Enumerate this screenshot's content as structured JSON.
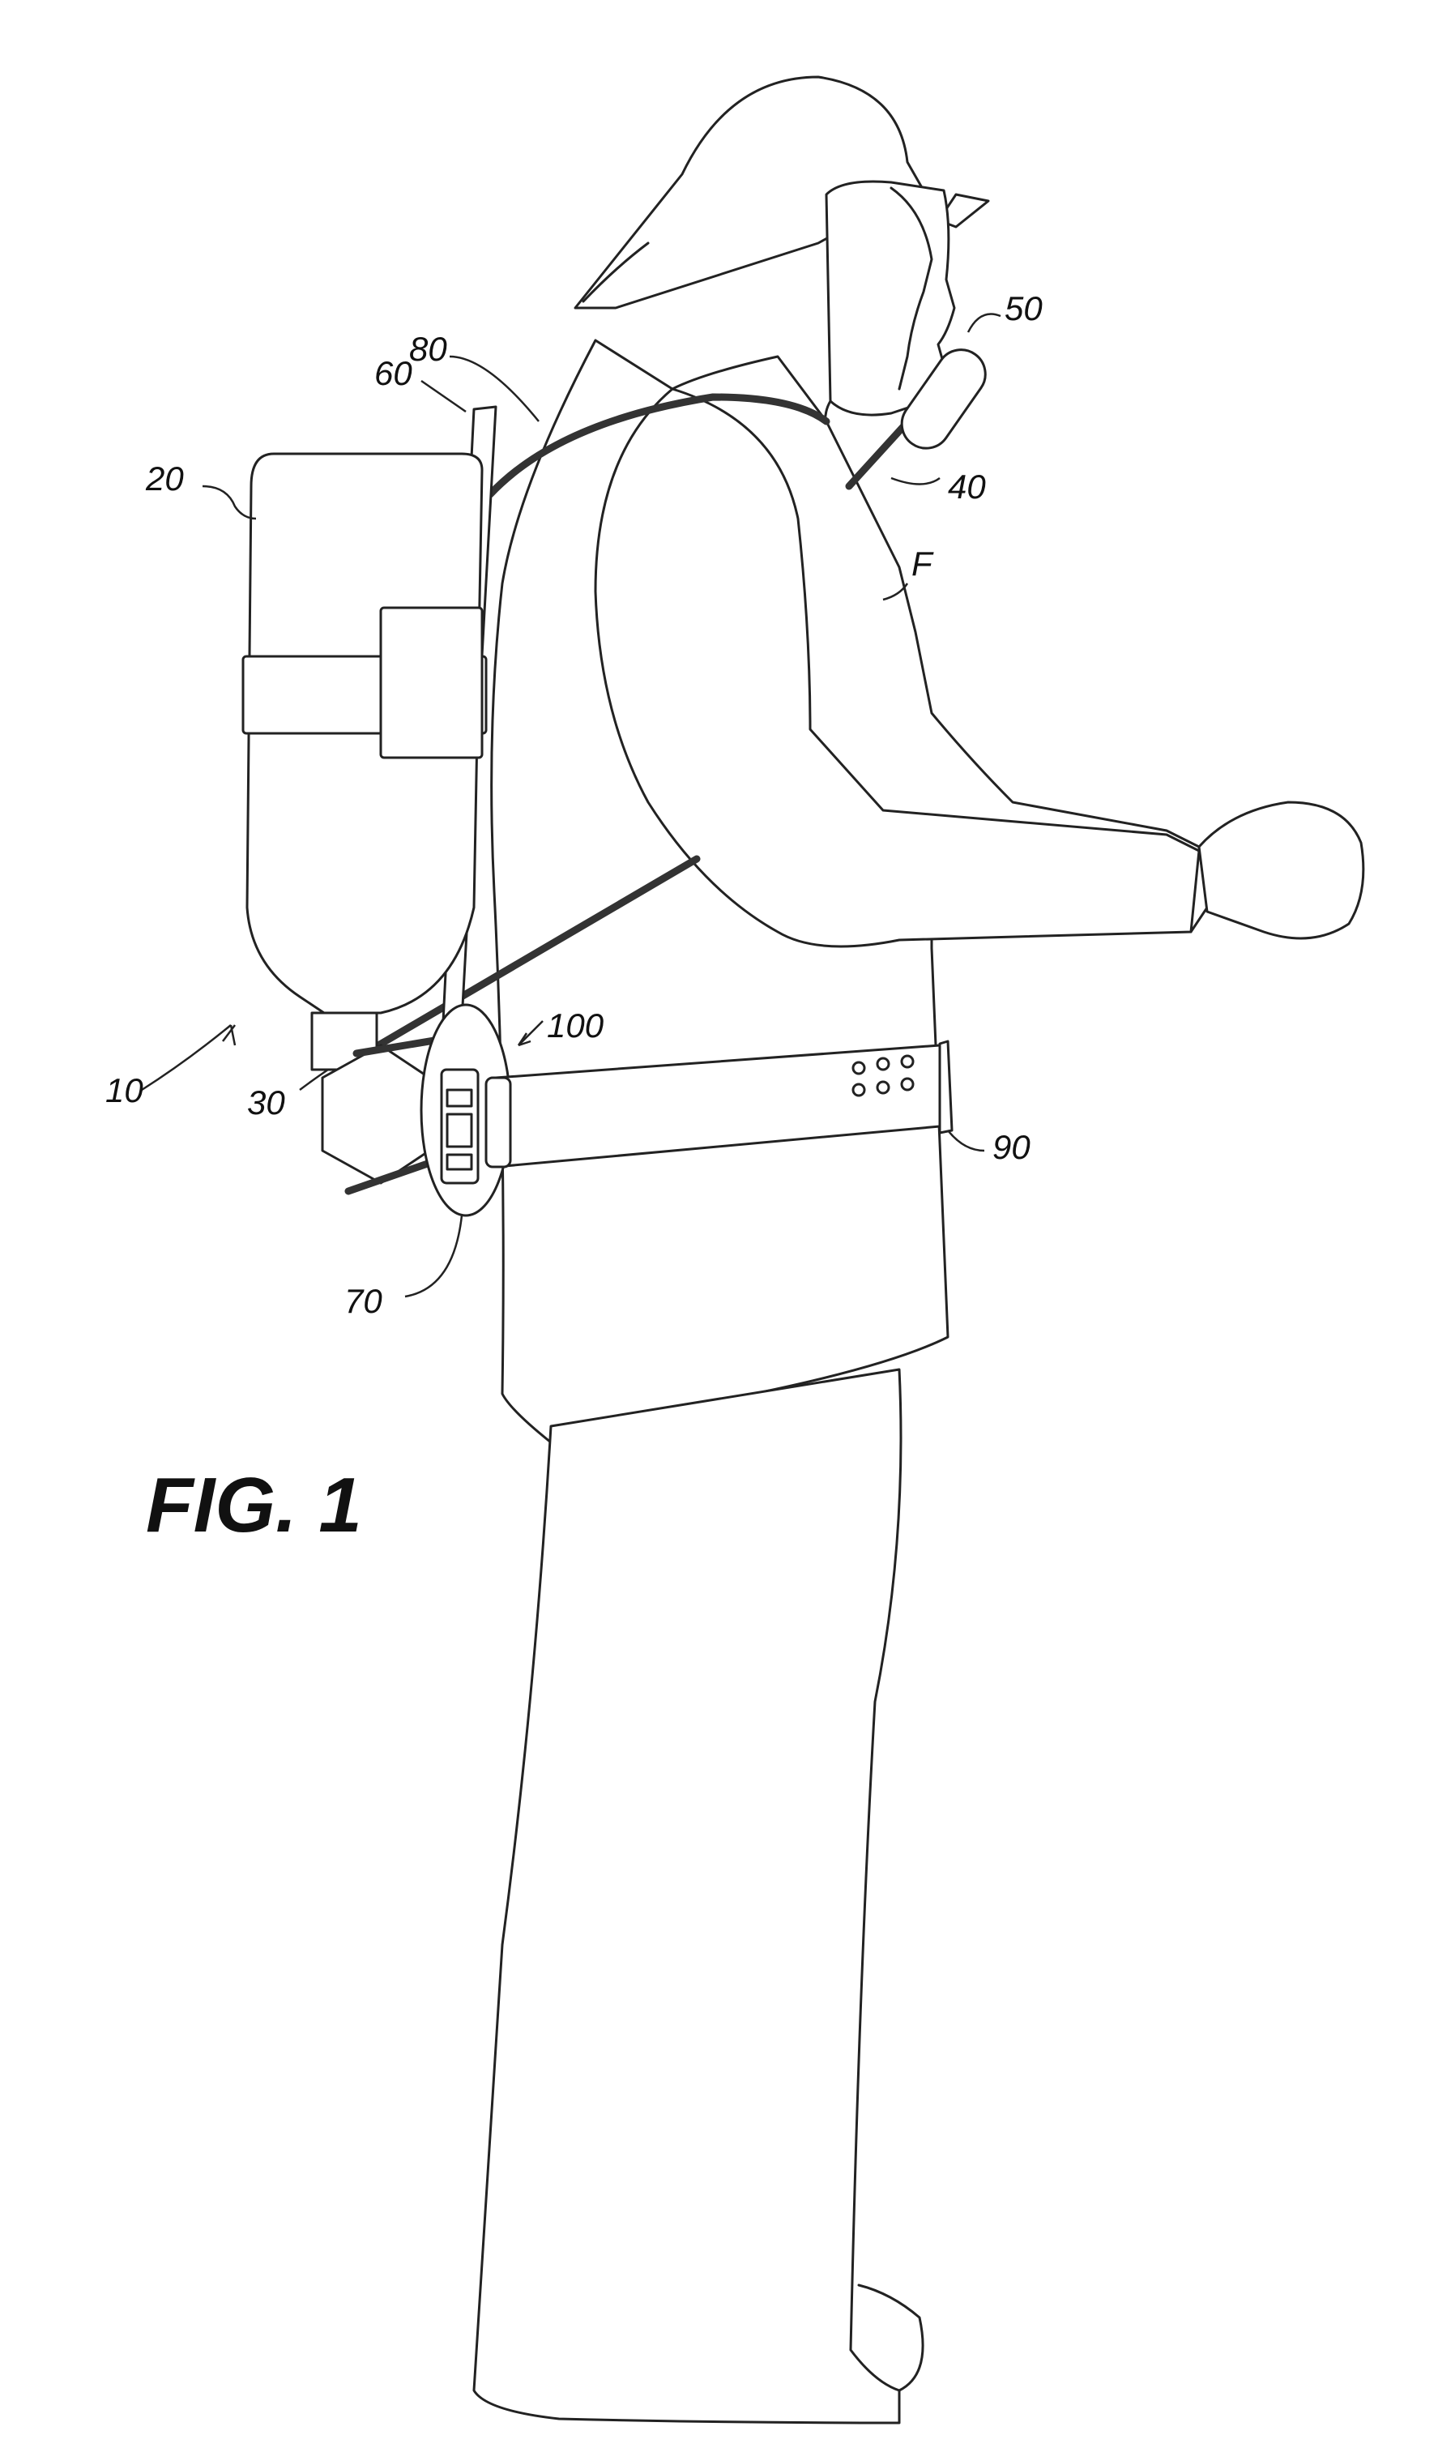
{
  "figure_title": "FIG. 1",
  "reference_numerals": {
    "apparatus": "10",
    "cylinder": "20",
    "valve": "30",
    "hose": "40",
    "regulator": "50",
    "backplate": "60",
    "controller": "70",
    "shoulder_strap": "80",
    "waist_belt": "90",
    "belt_connection": "100",
    "firefighter": "F"
  }
}
